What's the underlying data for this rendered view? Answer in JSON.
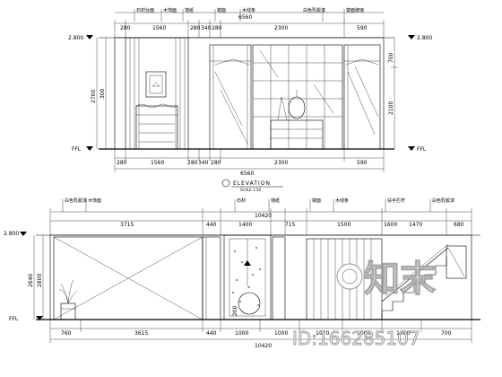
{
  "top_elevation": {
    "title": "ELEVATION",
    "scale": "SCALE 1:50",
    "top_dims": [
      "280",
      "1560",
      "280",
      "340",
      "280",
      "2300",
      "590"
    ],
    "top_total": "6560",
    "bottom_dims": [
      "280",
      "1560",
      "280",
      "340",
      "280",
      "2300",
      "590"
    ],
    "bottom_total": "6560",
    "left_heights": [
      "2700",
      "300"
    ],
    "right_heights": [
      "700",
      "2100"
    ],
    "level_top_left": "2.800",
    "level_top_right": "2.800",
    "level_floor_left": "FFL",
    "level_floor_right": "FFL",
    "labels": [
      "石材台面",
      "木饰面",
      "墙纸",
      "镜面",
      "木线条",
      "白色乳胶漆",
      "镜面玻璃"
    ]
  },
  "bottom_elevation": {
    "top_dims": [
      "3715",
      "440",
      "1400",
      "715",
      "1500",
      "1600",
      "1470",
      "680"
    ],
    "top_total": "10420",
    "bottom_dims": [
      "760",
      "3615",
      "440",
      "1000",
      "1000",
      "1070",
      "1000",
      "1000",
      "700"
    ],
    "bottom_total": "10420",
    "left_heights": [
      "2640",
      "2800"
    ],
    "level_top": "2.800",
    "level_floor": "FFL",
    "center_label": "200",
    "labels": [
      "白色乳胶漆",
      "木饰面",
      "石材",
      "墙纸",
      "镜面",
      "木线条",
      "扶手栏杆",
      "白色乳胶漆"
    ]
  },
  "watermark": {
    "logo_text": "知末",
    "id_text": "ID:166285107"
  }
}
